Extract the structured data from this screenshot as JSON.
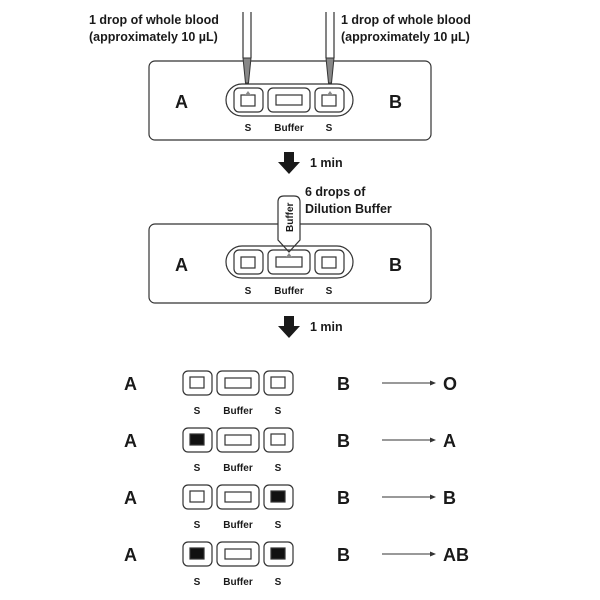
{
  "step1": {
    "left_annotation": [
      "1 drop of whole blood",
      "(approximately 10 µL)"
    ],
    "right_annotation": [
      "1 drop of whole blood",
      "(approximately 10 µL)"
    ],
    "card": {
      "left_label": "A",
      "right_label": "B",
      "wells": [
        "S",
        "Buffer",
        "S"
      ]
    }
  },
  "arrow1": {
    "label": "1 min"
  },
  "step2": {
    "annotation": [
      "6 drops of",
      "Dilution Buffer"
    ],
    "dropper_label": "Buffer",
    "card": {
      "left_label": "A",
      "right_label": "B",
      "wells": [
        "S",
        "Buffer",
        "S"
      ]
    }
  },
  "arrow2": {
    "label": "1 min"
  },
  "results": [
    {
      "left_label": "A",
      "right_label": "B",
      "wells": [
        "S",
        "Buffer",
        "S"
      ],
      "a_positive": false,
      "b_positive": false,
      "blood_type": "O"
    },
    {
      "left_label": "A",
      "right_label": "B",
      "wells": [
        "S",
        "Buffer",
        "S"
      ],
      "a_positive": true,
      "b_positive": false,
      "blood_type": "A"
    },
    {
      "left_label": "A",
      "right_label": "B",
      "wells": [
        "S",
        "Buffer",
        "S"
      ],
      "a_positive": false,
      "b_positive": true,
      "blood_type": "B"
    },
    {
      "left_label": "A",
      "right_label": "B",
      "wells": [
        "S",
        "Buffer",
        "S"
      ],
      "a_positive": true,
      "b_positive": true,
      "blood_type": "AB"
    }
  ],
  "colors": {
    "ink": "#1a1a1a",
    "outline": "#333333",
    "drop": "#888888"
  }
}
